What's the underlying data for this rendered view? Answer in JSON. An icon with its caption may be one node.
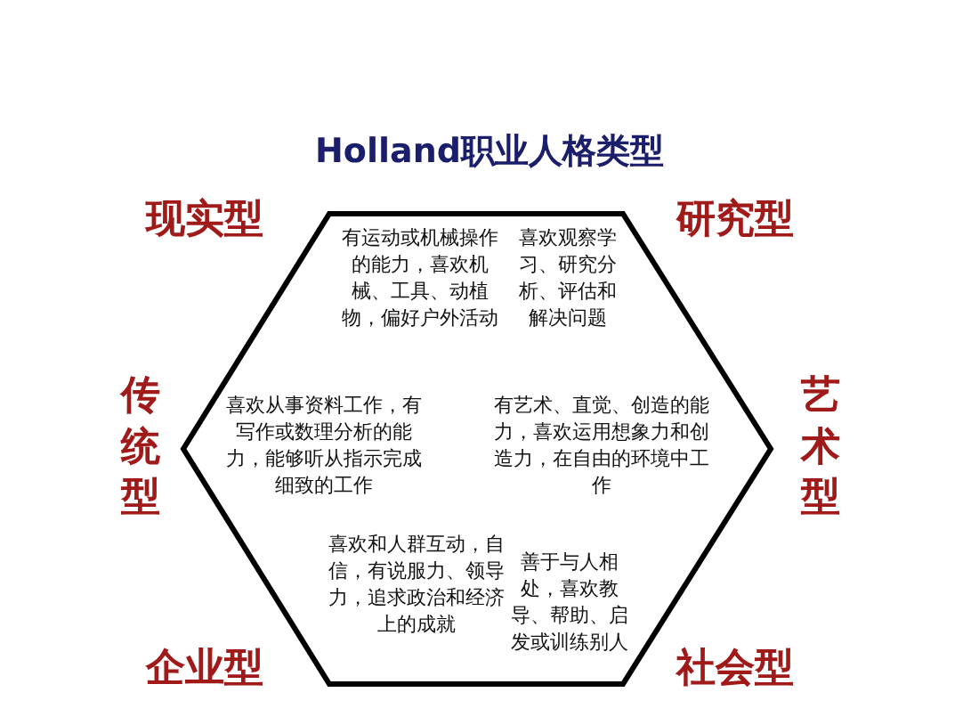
{
  "diagram": {
    "title": "Holland职业人格类型",
    "nodes": [
      {
        "text": [
          "有运动或机械操作的能力，喜欢机械、工具、动植物，偏好户外活动",
          "喜欢观察学习、研究分析、评估和解决问题",
          "喜欢从事资料工作，有写作或数理分析的能力，能够听从指示完成细致的工作",
          "有艺术、直觉、创造的能力，喜欢运用想象力和创造力，在自由的环境中工作",
          "喜欢和人群互动，自信，有说服力、领导力，追求政治和经济上的成就",
          "善于与人相处，喜欢教导、帮助、启发或训练别人"
        ]
      }
    ],
    "edges": [],
    "labels": [
      "现实型",
      "研究型",
      "传统型",
      "艺术型",
      "企业型",
      "社会型"
    ]
  }
}
